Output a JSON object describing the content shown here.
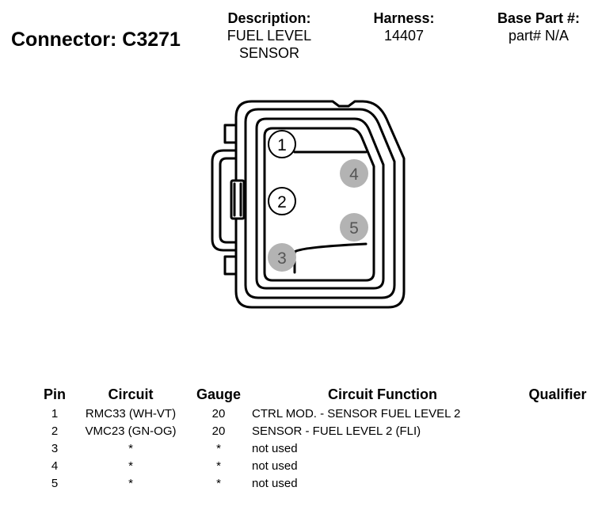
{
  "title": "Connector: C3271",
  "description": {
    "label": "Description:",
    "value_line1": "FUEL LEVEL",
    "value_line2": "SENSOR"
  },
  "harness": {
    "label": "Harness:",
    "value": "14407"
  },
  "base_part": {
    "label": "Base Part #:",
    "value": "part# N/A"
  },
  "connector": {
    "pins": [
      {
        "label": "1",
        "filled": false
      },
      {
        "label": "2",
        "filled": false
      },
      {
        "label": "3",
        "filled": true
      },
      {
        "label": "4",
        "filled": true
      },
      {
        "label": "5",
        "filled": true
      }
    ],
    "colors": {
      "filled_pin": "#b3b3b3",
      "outline": "#000000"
    }
  },
  "table": {
    "headers": {
      "pin": "Pin",
      "circuit": "Circuit",
      "gauge": "Gauge",
      "function": "Circuit Function",
      "qualifier": "Qualifier"
    },
    "rows": [
      {
        "pin": "1",
        "circuit": "RMC33 (WH-VT)",
        "gauge": "20",
        "function": "CTRL MOD. - SENSOR FUEL LEVEL 2",
        "qualifier": ""
      },
      {
        "pin": "2",
        "circuit": "VMC23 (GN-OG)",
        "gauge": "20",
        "function": "SENSOR - FUEL LEVEL 2 (FLI)",
        "qualifier": ""
      },
      {
        "pin": "3",
        "circuit": "*",
        "gauge": "*",
        "function": "not used",
        "qualifier": ""
      },
      {
        "pin": "4",
        "circuit": "*",
        "gauge": "*",
        "function": "not used",
        "qualifier": ""
      },
      {
        "pin": "5",
        "circuit": "*",
        "gauge": "*",
        "function": "not used",
        "qualifier": ""
      }
    ]
  }
}
